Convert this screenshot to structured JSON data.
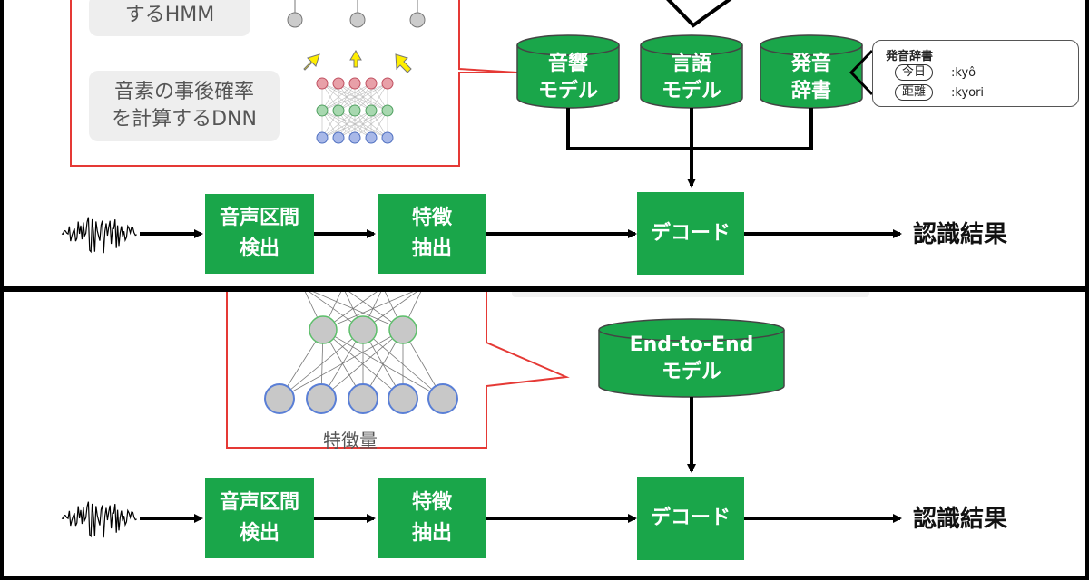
{
  "top": {
    "callout": {
      "hmm_label": "するHMM",
      "dnn_label": [
        "音素の事後確率",
        "を計算するDNN"
      ]
    },
    "models": {
      "acoustic": [
        "音響",
        "モデル"
      ],
      "language": [
        "言語",
        "モデル"
      ],
      "pronunciation": [
        "発音",
        "辞書"
      ]
    },
    "dictionary": {
      "title": "発音辞書",
      "entries": [
        {
          "word": "今日",
          "reading": ":kyô"
        },
        {
          "word": "距離",
          "reading": ":kyori"
        }
      ]
    },
    "pipeline": {
      "vad": [
        "音声区間",
        "検出"
      ],
      "feature": [
        "特徴",
        "抽出"
      ],
      "decode": "デコード",
      "result": "認識結果"
    }
  },
  "bottom": {
    "callout": {
      "feature_label": "特徴量"
    },
    "model": [
      "End-to-End",
      "モデル"
    ],
    "pipeline": {
      "vad": [
        "音声区間",
        "検出"
      ],
      "feature": [
        "特徴",
        "抽出"
      ],
      "decode": "デコード",
      "result": "認識結果"
    }
  },
  "colors": {
    "green": "#1aa64a",
    "callout_border": "#e53935",
    "arrow_yellow": "#ffee00"
  }
}
